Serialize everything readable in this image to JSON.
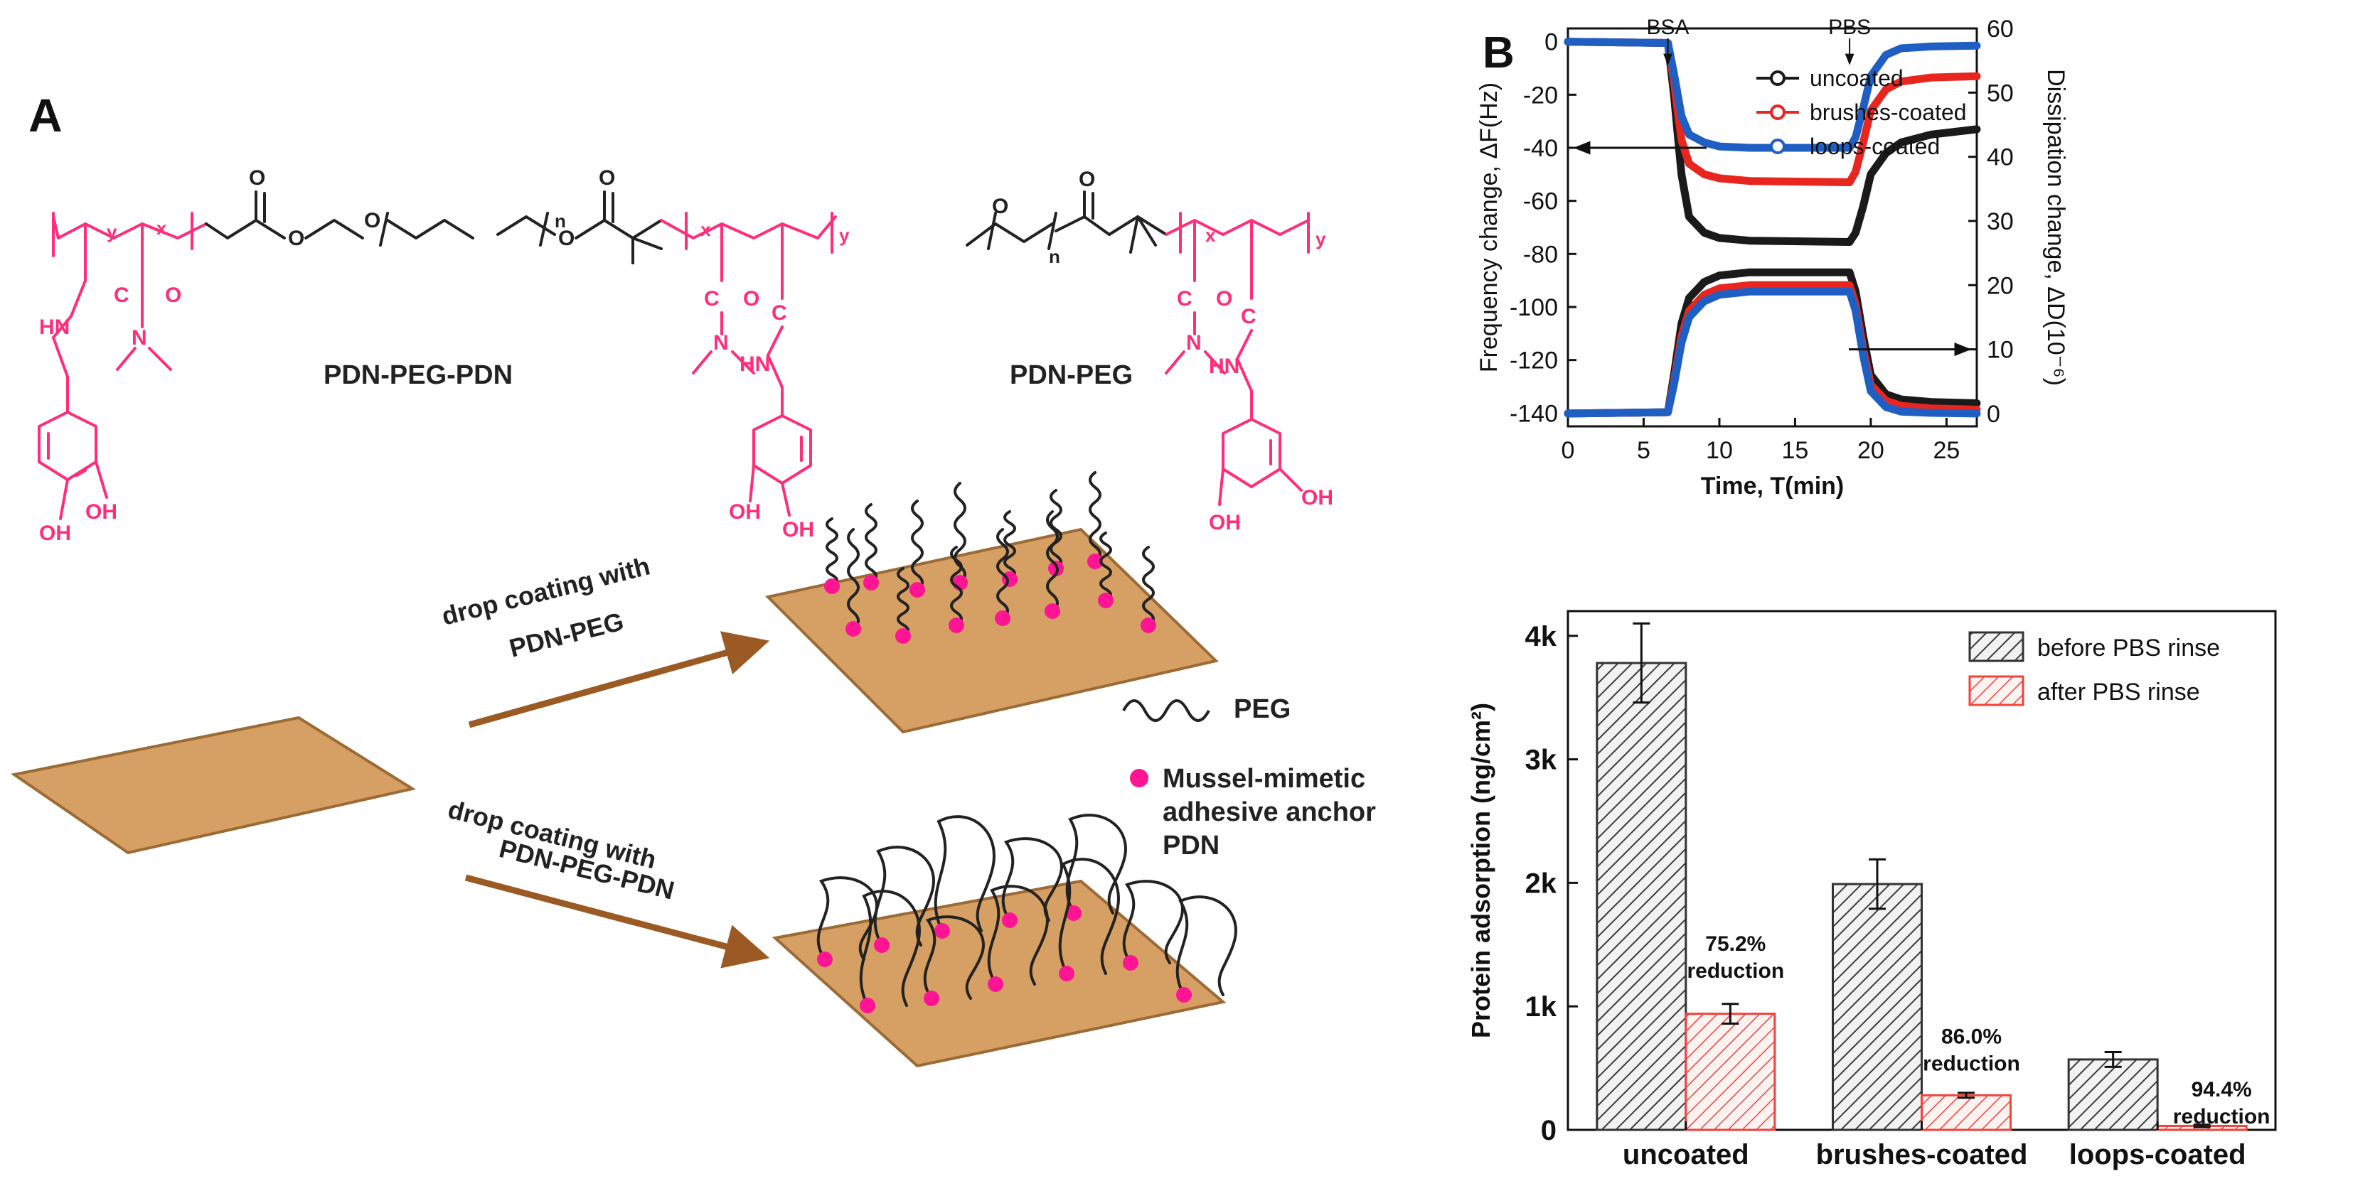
{
  "panel_a": {
    "label": "A",
    "structure_1": {
      "name": "PDN-PEG-PDN",
      "sub_y": "y",
      "sub_x": "x",
      "sub_n": "n",
      "carbonyl": "C",
      "oxygen": "O",
      "nitrogen": "N",
      "amide_nh": "HN",
      "hydroxyl": "OH"
    },
    "structure_2": {
      "name": "PDN-PEG",
      "sub_y": "y",
      "sub_x": "x",
      "sub_n": "n",
      "oxygen": "O"
    },
    "route_top": [
      "drop coating with",
      "PDN-PEG"
    ],
    "route_bottom": [
      "drop coating with",
      "PDN-PEG-PDN"
    ],
    "legend_peg": "PEG",
    "legend_anchor": [
      "Mussel-mimetic",
      "adhesive anchor",
      "PDN"
    ],
    "colors": {
      "polymer": "#ff2d7a",
      "anchor": "#ff1493",
      "substrate": "#d6a065",
      "substrate_edge": "#9c6a34",
      "arrow": "#9b5a24",
      "chain": "#222222"
    }
  },
  "panel_b": {
    "label": "B",
    "chart_data": [
      {
        "type": "line",
        "xlabel": "Time, T(min)",
        "ylabel": "Frequency change, ΔF(Hz)",
        "y2label": "Dissipation change, ΔD(10⁻⁶)",
        "xlim": [
          0,
          27
        ],
        "ylim": [
          -145,
          5
        ],
        "y2lim": [
          -2,
          60
        ],
        "xticks": [
          "0",
          "5",
          "10",
          "15",
          "20",
          "25"
        ],
        "yticks": [
          "0",
          "-20",
          "-40",
          "-60",
          "-80",
          "-100",
          "-120",
          "-140"
        ],
        "y2ticks": [
          "0",
          "10",
          "20",
          "30",
          "40",
          "50",
          "60"
        ],
        "annotations": [
          {
            "text": "BSA",
            "x": 6.6
          },
          {
            "text": "PBS",
            "x": 18.6
          }
        ],
        "legend_position": "top-center",
        "series": [
          {
            "name": "uncoated",
            "color": "#1a1a1a",
            "frequency": {
              "x": [
                0,
                6.6,
                7.0,
                7.5,
                8.0,
                9.0,
                10.0,
                12.0,
                18.6,
                19.0,
                19.5,
                20.0,
                21.0,
                22.0,
                24.0,
                27.0
              ],
              "y": [
                0,
                -0.5,
                -20,
                -50,
                -66,
                -72,
                -74,
                -75,
                -75.5,
                -72,
                -62,
                -50,
                -42,
                -38,
                -35,
                -33
              ]
            },
            "dissipation": {
              "x": [
                0,
                6.6,
                7.0,
                7.5,
                8.0,
                9.0,
                10.0,
                12.0,
                18.6,
                19.0,
                19.5,
                20.0,
                21.0,
                22.0,
                24.0,
                27.0
              ],
              "y": [
                0,
                0.2,
                6,
                14,
                18,
                20.5,
                21.5,
                22,
                22,
                19,
                12,
                6,
                3,
                2.2,
                1.8,
                1.6
              ]
            }
          },
          {
            "name": "brushes-coated",
            "color": "#e8261f",
            "frequency": {
              "x": [
                0,
                6.6,
                7.0,
                7.5,
                8.0,
                9.0,
                10.0,
                12.0,
                18.6,
                19.0,
                19.5,
                20.0,
                21.0,
                22.0,
                24.0,
                27.0
              ],
              "y": [
                0,
                -0.5,
                -15,
                -37,
                -46,
                -50,
                -51.5,
                -52.5,
                -53,
                -49,
                -38,
                -26,
                -18,
                -15,
                -13.5,
                -13
              ]
            },
            "dissipation": {
              "x": [
                0,
                6.6,
                7.0,
                7.5,
                8.0,
                9.0,
                10.0,
                12.0,
                18.6,
                19.0,
                19.5,
                20.0,
                21.0,
                22.0,
                24.0,
                27.0
              ],
              "y": [
                0,
                0.2,
                5,
                12,
                16,
                18.5,
                19.5,
                20,
                20,
                17,
                10,
                4.5,
                2,
                1.2,
                0.8,
                0.6
              ]
            }
          },
          {
            "name": "loops-coated",
            "color": "#1f5fc4",
            "frequency": {
              "x": [
                0,
                6.6,
                7.0,
                7.5,
                8.0,
                9.0,
                10.0,
                12.0,
                18.6,
                19.0,
                19.5,
                20.0,
                21.0,
                22.0,
                24.0,
                27.0
              ],
              "y": [
                0,
                -0.5,
                -12,
                -28,
                -35,
                -38,
                -39.5,
                -40,
                -40,
                -36,
                -25,
                -13,
                -5,
                -2.5,
                -1.8,
                -1.5
              ]
            },
            "dissipation": {
              "x": [
                0,
                6.6,
                7.0,
                7.5,
                8.0,
                9.0,
                10.0,
                12.0,
                18.6,
                19.0,
                19.5,
                20.0,
                21.0,
                22.0,
                24.0,
                27.0
              ],
              "y": [
                0,
                0.2,
                4.5,
                11,
                15,
                17.5,
                18.5,
                19,
                19,
                16,
                9,
                3.5,
                1,
                0.3,
                0.1,
                0
              ]
            }
          }
        ]
      },
      {
        "type": "bar",
        "ylabel": "Protein adsorption (ng/cm²)",
        "categories": [
          "uncoated",
          "brushes-coated",
          "loops-coated"
        ],
        "ylim": [
          0,
          4200
        ],
        "yticks": [
          "0",
          "1k",
          "2k",
          "3k",
          "4k"
        ],
        "legend_position": "top-right",
        "series": [
          {
            "name": "before PBS rinse",
            "color": "#555555",
            "values": [
              3780,
              1990,
              570
            ],
            "errors": [
              320,
              200,
              60
            ]
          },
          {
            "name": "after PBS rinse",
            "color": "#f0433a",
            "values": [
              940,
              280,
              32
            ],
            "errors": [
              80,
              20,
              10
            ]
          }
        ],
        "annotations": [
          {
            "category": "uncoated",
            "lines": [
              "75.2%",
              "reduction"
            ]
          },
          {
            "category": "brushes-coated",
            "lines": [
              "86.0%",
              "reduction"
            ]
          },
          {
            "category": "loops-coated",
            "lines": [
              "94.4%",
              "reduction"
            ]
          }
        ]
      }
    ]
  }
}
